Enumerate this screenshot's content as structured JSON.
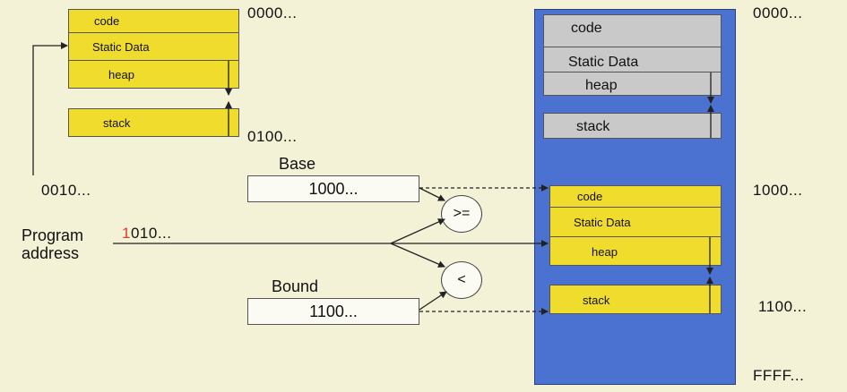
{
  "virtual_memory": {
    "segments": [
      "code",
      "Static Data",
      "heap",
      "stack"
    ],
    "addr_top": "0000...",
    "addr_bottom": "0100..."
  },
  "physical_memory": {
    "other_process_segments": [
      "code",
      "Static Data",
      "heap",
      "stack"
    ],
    "relocated_segments": [
      "code",
      "Static Data",
      "heap",
      "stack"
    ],
    "addr_top": "0000...",
    "addr_base": "1000...",
    "addr_bound": "1100...",
    "addr_end": "FFFF..."
  },
  "program_address": {
    "label_line1": "Program",
    "label_line2": "address",
    "first_digit": "1",
    "rest_digits": "010...",
    "virtual_addr": "0010..."
  },
  "registers": {
    "base_label": "Base",
    "base_value": "1000...",
    "bound_label": "Bound",
    "bound_value": "1100..."
  },
  "comparators": {
    "ge": ">=",
    "lt": "<"
  },
  "colors": {
    "segment_yellow": "#f0dc2c",
    "segment_gray": "#c9c9c9",
    "physical_memory_blue": "#4b72d1",
    "highlight_digit": "#e53b26"
  }
}
